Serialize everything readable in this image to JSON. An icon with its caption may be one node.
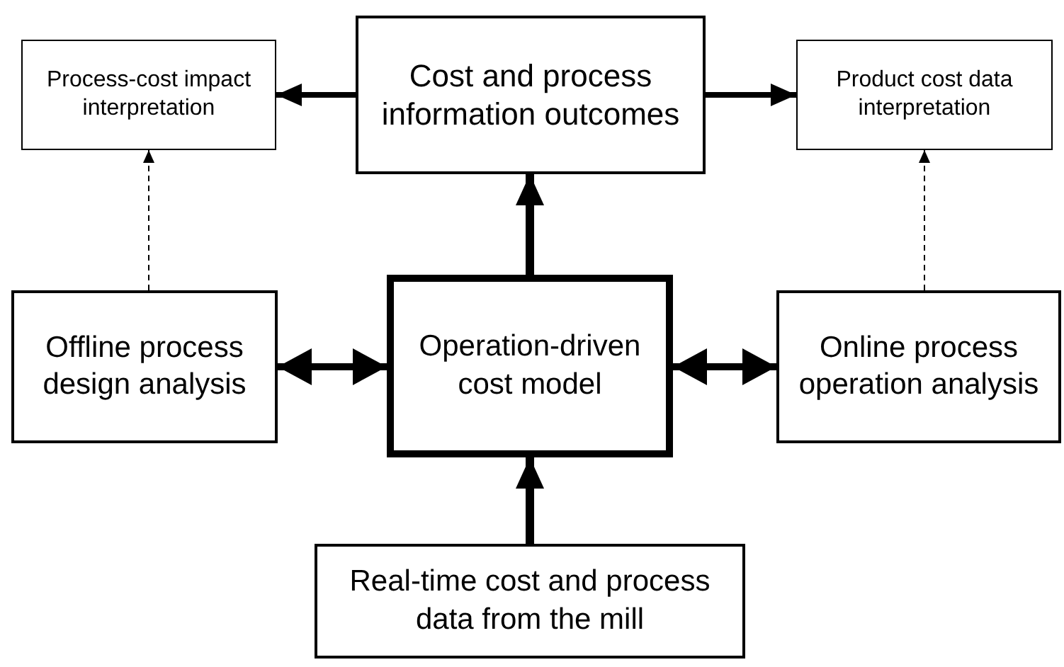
{
  "diagram": {
    "nodes": [
      {
        "text": [
          "Process-cost impact interpretation"
        ]
      },
      {
        "text": [
          "Cost and process information outcomes"
        ]
      },
      {
        "text": [
          "Product cost data interpretation"
        ]
      },
      {
        "text": [
          "Offline process design analysis"
        ]
      },
      {
        "text": [
          "Operation-driven cost model"
        ]
      },
      {
        "text": [
          "Online process operation analysis"
        ]
      },
      {
        "text": [
          "Real-time cost and process data from the mill"
        ]
      }
    ],
    "edges": [
      {
        "from": 1,
        "to": 0,
        "arrow": "to"
      },
      {
        "from": 1,
        "to": 2,
        "arrow": "to"
      },
      {
        "from": 4,
        "to": 1,
        "arrow": "to"
      },
      {
        "from": 3,
        "to": 4,
        "arrow": "both"
      },
      {
        "from": 4,
        "to": 5,
        "arrow": "both"
      },
      {
        "from": 6,
        "to": 4,
        "arrow": "to"
      },
      {
        "from": 3,
        "to": 0,
        "arrow": "to",
        "style": "dashed"
      },
      {
        "from": 5,
        "to": 2,
        "arrow": "to",
        "style": "dashed"
      }
    ]
  }
}
